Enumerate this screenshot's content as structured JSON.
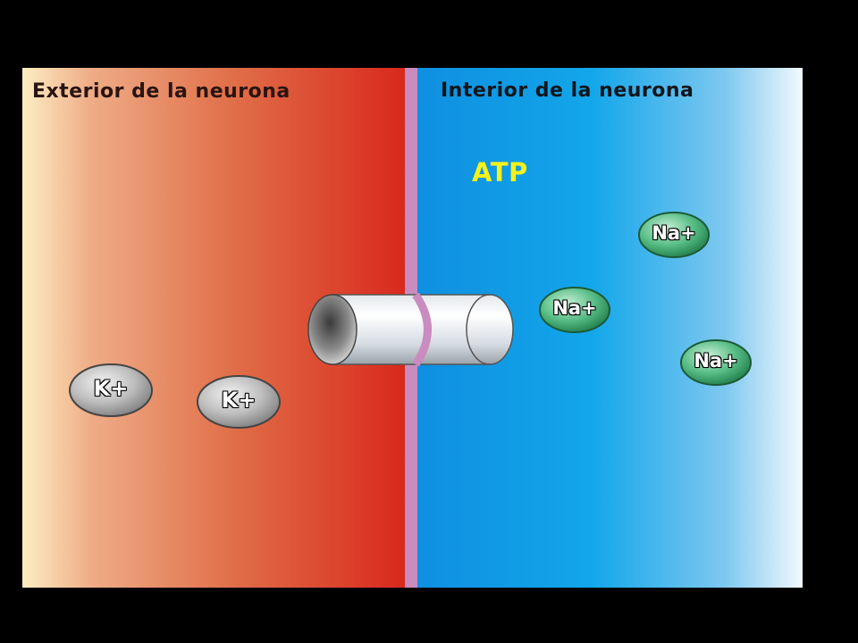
{
  "labels": {
    "exterior": "Exterior de la neurona",
    "interior": "Interior de la neurona",
    "atp": "ATP"
  },
  "ions": {
    "k": [
      "K+",
      "K+"
    ],
    "na": [
      "Na+",
      "Na+",
      "Na+"
    ]
  },
  "colors": {
    "background": "#000000",
    "exterior_start": "#fde9b8",
    "exterior_end": "#d9281c",
    "interior_start": "#0f8fe0",
    "interior_end": "#eef7fd",
    "membrane": "#c98cc0",
    "atp": "#f5f21a",
    "k_ion": "#b9b9b9",
    "na_ion": "#3aa66e"
  }
}
